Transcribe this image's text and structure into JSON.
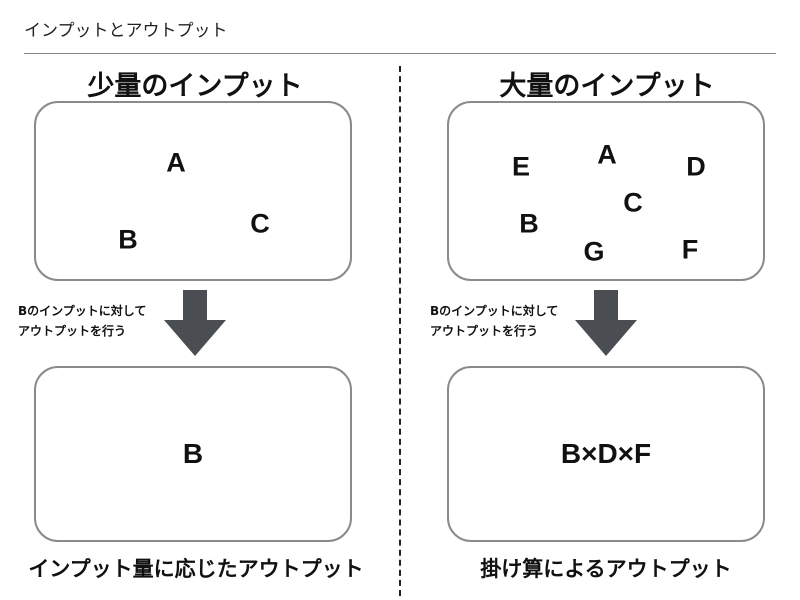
{
  "page_title": "インプットとアウトプット",
  "left": {
    "heading": "少量のインプット",
    "input_letters": [
      "A",
      "B",
      "C"
    ],
    "note_line1": "Bのインプットに対して",
    "note_line2": "アウトプットを行う",
    "output": "B",
    "caption": "インプット量に応じたアウトプット"
  },
  "right": {
    "heading": "大量のインプット",
    "input_letters": [
      "A",
      "C",
      "D",
      "E",
      "B",
      "G",
      "F"
    ],
    "note_line1": "Bのインプットに対して",
    "note_line2": "アウトプットを行う",
    "output": "B×D×F",
    "caption": "掛け算によるアウトプット"
  },
  "colors": {
    "box_border": "#8a8a8a",
    "arrow": "#4a4d52",
    "text": "#111111"
  }
}
